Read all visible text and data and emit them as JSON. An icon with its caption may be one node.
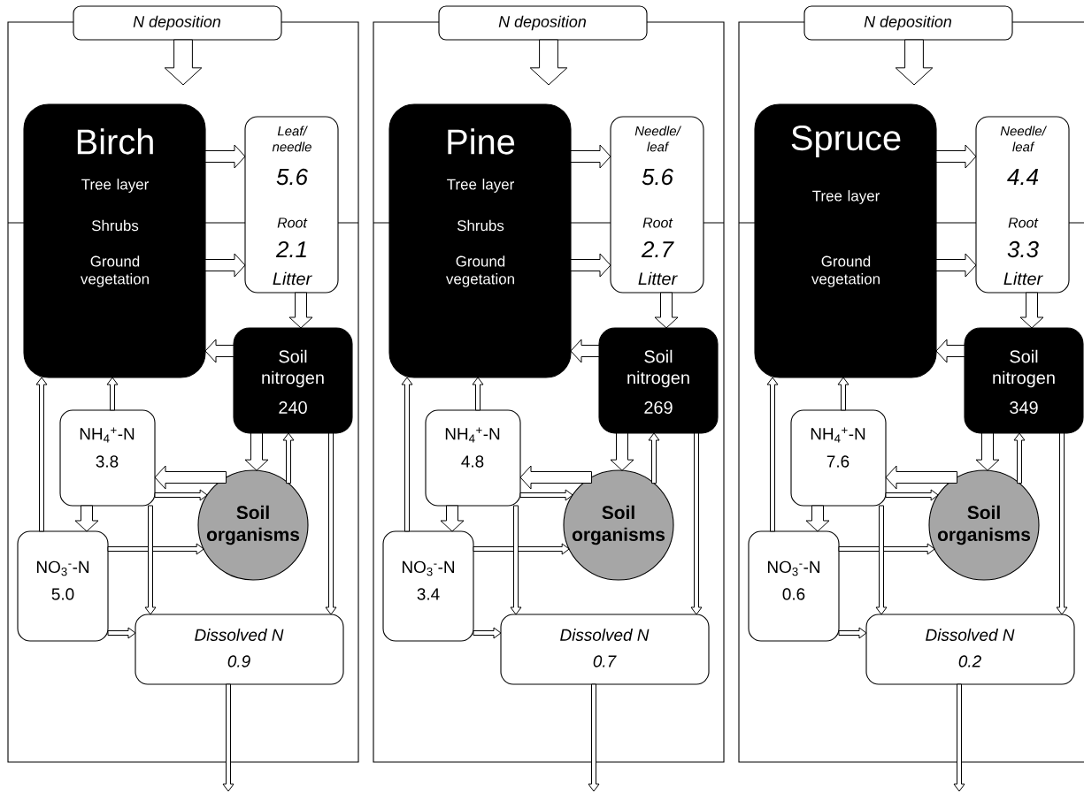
{
  "diagram": {
    "nodes": [
      {
        "text": [
          "N deposition"
        ]
      },
      {
        "text": [
          "Birch",
          "Tree layer",
          "Shrubs",
          "Ground vegetation"
        ]
      },
      {
        "text": [
          "Leaf/ needle",
          "5.6",
          "Root",
          "2.1",
          "Litter"
        ]
      },
      {
        "text": [
          "Soil nitrogen",
          "240"
        ]
      },
      {
        "text": [
          "NH$_{4}$$^{+}$-N",
          "3.8"
        ]
      },
      {
        "text": [
          "NO$_{3}$$^{-}$-N",
          "5.0"
        ]
      },
      {
        "text": [
          "Soil organisms"
        ]
      },
      {
        "text": [
          "Dissolved N",
          "0.9"
        ]
      },
      {
        "text": [
          "N deposition"
        ]
      },
      {
        "text": [
          "Pine",
          "Tree layer",
          "Shrubs",
          "Ground vegetation"
        ]
      },
      {
        "text": [
          "Needle/ leaf",
          "5.6",
          "Root",
          "2.7",
          "Litter"
        ]
      },
      {
        "text": [
          "Soil nitrogen",
          "269"
        ]
      },
      {
        "text": [
          "NH$_{4}$$^{+}$-N",
          "4.8"
        ]
      },
      {
        "text": [
          "NO$_{3}$$^{-}$-N",
          "3.4"
        ]
      },
      {
        "text": [
          "Soil organisms"
        ]
      },
      {
        "text": [
          "Dissolved N",
          "0.7"
        ]
      },
      {
        "text": [
          "N deposition"
        ]
      },
      {
        "text": [
          "Spruce",
          "Tree layer",
          "Ground vegetation"
        ]
      },
      {
        "text": [
          "Needle/ leaf",
          "4.4",
          "Root",
          "3.3",
          "Litter"
        ]
      },
      {
        "text": [
          "Soil nitrogen",
          "349"
        ]
      },
      {
        "text": [
          "NH$_{4}$$^{+}$-N",
          "7.6"
        ]
      },
      {
        "text": [
          "NO$_{3}$$^{-}$-N",
          "0.6"
        ]
      },
      {
        "text": [
          "Soil organisms"
        ]
      },
      {
        "text": [
          "Dissolved N",
          "0.2"
        ]
      }
    ],
    "edges": [
      {
        "from": 0,
        "to": null,
        "arrow": "to",
        "style": "thick"
      },
      {
        "from": 1,
        "to": 2,
        "arrow": "to",
        "style": "thick"
      },
      {
        "from": 1,
        "to": 2,
        "arrow": "to",
        "style": "thick"
      },
      {
        "from": 2,
        "to": 3,
        "arrow": "to",
        "style": "thick"
      },
      {
        "from": 3,
        "to": 1,
        "arrow": "to",
        "style": "thick"
      },
      {
        "from": 4,
        "to": 1,
        "arrow": "to"
      },
      {
        "from": 5,
        "to": 1,
        "arrow": "to"
      },
      {
        "from": 3,
        "to": 6,
        "arrow": "to",
        "style": "thick"
      },
      {
        "from": 6,
        "to": 3,
        "arrow": "to"
      },
      {
        "from": 3,
        "to": 7,
        "arrow": "to"
      },
      {
        "from": 6,
        "to": 4,
        "arrow": "to",
        "style": "thick"
      },
      {
        "from": 4,
        "to": 6,
        "arrow": "to"
      },
      {
        "from": 4,
        "to": 5,
        "arrow": "to",
        "style": "thick"
      },
      {
        "from": 5,
        "to": 6,
        "arrow": "to"
      },
      {
        "from": 4,
        "to": 7,
        "arrow": "to"
      },
      {
        "from": 5,
        "to": 7,
        "arrow": "to"
      },
      {
        "from": 7,
        "to": null,
        "arrow": "to"
      },
      {
        "from": 8,
        "to": null,
        "arrow": "to",
        "style": "thick"
      },
      {
        "from": 9,
        "to": 10,
        "arrow": "to",
        "style": "thick"
      },
      {
        "from": 9,
        "to": 10,
        "arrow": "to",
        "style": "thick"
      },
      {
        "from": 10,
        "to": 11,
        "arrow": "to",
        "style": "thick"
      },
      {
        "from": 11,
        "to": 9,
        "arrow": "to",
        "style": "thick"
      },
      {
        "from": 12,
        "to": 9,
        "arrow": "to"
      },
      {
        "from": 13,
        "to": 9,
        "arrow": "to"
      },
      {
        "from": 11,
        "to": 14,
        "arrow": "to",
        "style": "thick"
      },
      {
        "from": 14,
        "to": 11,
        "arrow": "to"
      },
      {
        "from": 11,
        "to": 15,
        "arrow": "to"
      },
      {
        "from": 14,
        "to": 12,
        "arrow": "to",
        "style": "thick"
      },
      {
        "from": 12,
        "to": 14,
        "arrow": "to"
      },
      {
        "from": 12,
        "to": 13,
        "arrow": "to",
        "style": "thick"
      },
      {
        "from": 13,
        "to": 14,
        "arrow": "to"
      },
      {
        "from": 12,
        "to": 15,
        "arrow": "to"
      },
      {
        "from": 13,
        "to": 15,
        "arrow": "to"
      },
      {
        "from": 15,
        "to": null,
        "arrow": "to"
      },
      {
        "from": 16,
        "to": null,
        "arrow": "to",
        "style": "thick"
      },
      {
        "from": 17,
        "to": 18,
        "arrow": "to",
        "style": "thick"
      },
      {
        "from": 17,
        "to": 18,
        "arrow": "to",
        "style": "thick"
      },
      {
        "from": 18,
        "to": 19,
        "arrow": "to",
        "style": "thick"
      },
      {
        "from": 19,
        "to": 17,
        "arrow": "to",
        "style": "thick"
      },
      {
        "from": 20,
        "to": 17,
        "arrow": "to"
      },
      {
        "from": 21,
        "to": 17,
        "arrow": "to"
      },
      {
        "from": 19,
        "to": 22,
        "arrow": "to",
        "style": "thick"
      },
      {
        "from": 22,
        "to": 19,
        "arrow": "to"
      },
      {
        "from": 19,
        "to": 23,
        "arrow": "to"
      },
      {
        "from": 22,
        "to": 20,
        "arrow": "to",
        "style": "thick"
      },
      {
        "from": 20,
        "to": 22,
        "arrow": "to"
      },
      {
        "from": 20,
        "to": 21,
        "arrow": "to",
        "style": "thick"
      },
      {
        "from": 21,
        "to": 22,
        "arrow": "to"
      },
      {
        "from": 20,
        "to": 23,
        "arrow": "to"
      },
      {
        "from": 21,
        "to": 23,
        "arrow": "to"
      },
      {
        "from": 23,
        "to": null,
        "arrow": "to"
      }
    ]
  }
}
